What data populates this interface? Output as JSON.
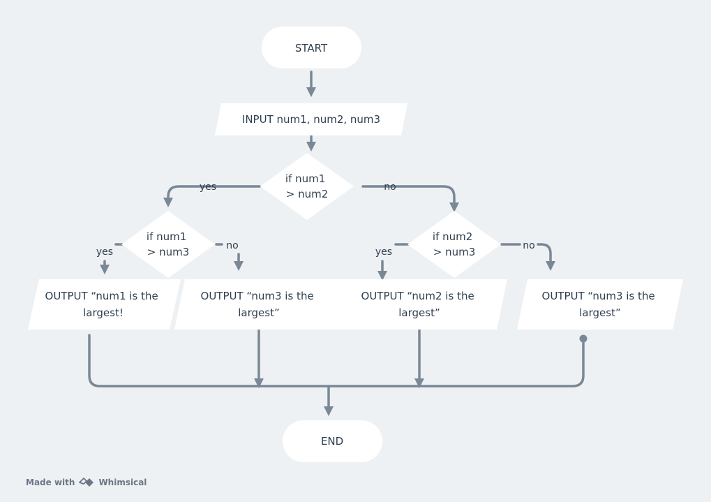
{
  "colors": {
    "background": "#eef1f4",
    "node_fill": "#ffffff",
    "connector": "#7a8896",
    "text": "#2f3f4f"
  },
  "nodes": {
    "start": {
      "lines": [
        "START"
      ]
    },
    "input": {
      "lines": [
        "INPUT num1, num2, num3"
      ]
    },
    "decision1": {
      "lines": [
        "if num1",
        "> num2"
      ]
    },
    "decision2": {
      "lines": [
        "if num1",
        "> num3"
      ]
    },
    "decision3": {
      "lines": [
        "if num2",
        "> num3"
      ]
    },
    "out1": {
      "lines": [
        "OUTPUT “num1 is the",
        "largest!"
      ]
    },
    "out2": {
      "lines": [
        "OUTPUT “num3 is the",
        "largest”"
      ]
    },
    "out3": {
      "lines": [
        "OUTPUT “num2 is the",
        "largest”"
      ]
    },
    "out4": {
      "lines": [
        "OUTPUT “num3 is the",
        "largest”"
      ]
    },
    "end": {
      "lines": [
        "END"
      ]
    }
  },
  "edge_labels": {
    "d1_yes": "yes",
    "d1_no": "no",
    "d2_yes": "yes",
    "d2_no": "no",
    "d3_yes": "yes",
    "d3_no": "no"
  },
  "badge": {
    "prefix": "Made with",
    "brand": "Whimsical",
    "icon": "whimsical-logo-icon"
  }
}
